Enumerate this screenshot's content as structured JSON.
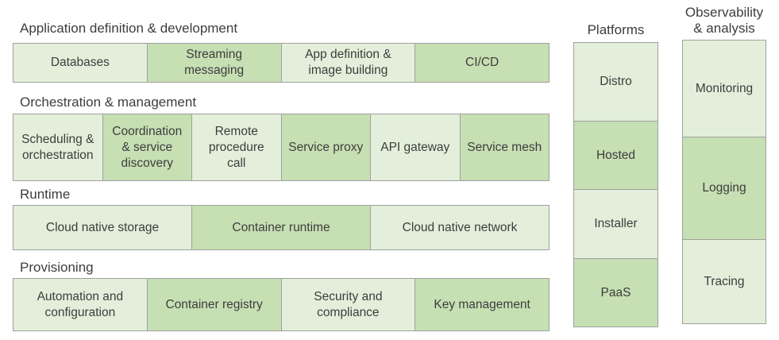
{
  "colors": {
    "cell_light": "#e3efda",
    "cell_medium": "#c6dfb3",
    "cell_border": "#a0a09e",
    "text": "#3d3d3d",
    "background": "#ffffff"
  },
  "sections": [
    {
      "title": "Application definition & development",
      "cells": [
        {
          "label": "Databases",
          "shade": "light"
        },
        {
          "label": "Streaming\nmessaging",
          "shade": "medium"
        },
        {
          "label": "App definition &\nimage building",
          "shade": "light"
        },
        {
          "label": "CI/CD",
          "shade": "medium"
        }
      ]
    },
    {
      "title": "Orchestration & management",
      "cells": [
        {
          "label": "Scheduling &\norchestration",
          "shade": "light"
        },
        {
          "label": "Coordination\n& service\ndiscovery",
          "shade": "medium"
        },
        {
          "label": "Remote\nprocedure\ncall",
          "shade": "light"
        },
        {
          "label": "Service proxy",
          "shade": "medium"
        },
        {
          "label": "API gateway",
          "shade": "light"
        },
        {
          "label": "Service mesh",
          "shade": "medium"
        }
      ]
    },
    {
      "title": "Runtime",
      "cells": [
        {
          "label": "Cloud native storage",
          "shade": "light"
        },
        {
          "label": "Container runtime",
          "shade": "medium"
        },
        {
          "label": "Cloud native network",
          "shade": "light"
        }
      ]
    },
    {
      "title": "Provisioning",
      "cells": [
        {
          "label": "Automation and\nconfiguration",
          "shade": "light"
        },
        {
          "label": "Container registry",
          "shade": "medium"
        },
        {
          "label": "Security and\ncompliance",
          "shade": "light"
        },
        {
          "label": "Key management",
          "shade": "medium"
        }
      ]
    }
  ],
  "columns": [
    {
      "title": "Platforms",
      "cells": [
        {
          "label": "Distro",
          "shade": "light"
        },
        {
          "label": "Hosted",
          "shade": "medium"
        },
        {
          "label": "Installer",
          "shade": "light"
        },
        {
          "label": "PaaS",
          "shade": "medium"
        }
      ]
    },
    {
      "title": "Observability\n& analysis",
      "cells": [
        {
          "label": "Monitoring",
          "shade": "light"
        },
        {
          "label": "Logging",
          "shade": "medium"
        },
        {
          "label": "Tracing",
          "shade": "light"
        }
      ]
    }
  ]
}
